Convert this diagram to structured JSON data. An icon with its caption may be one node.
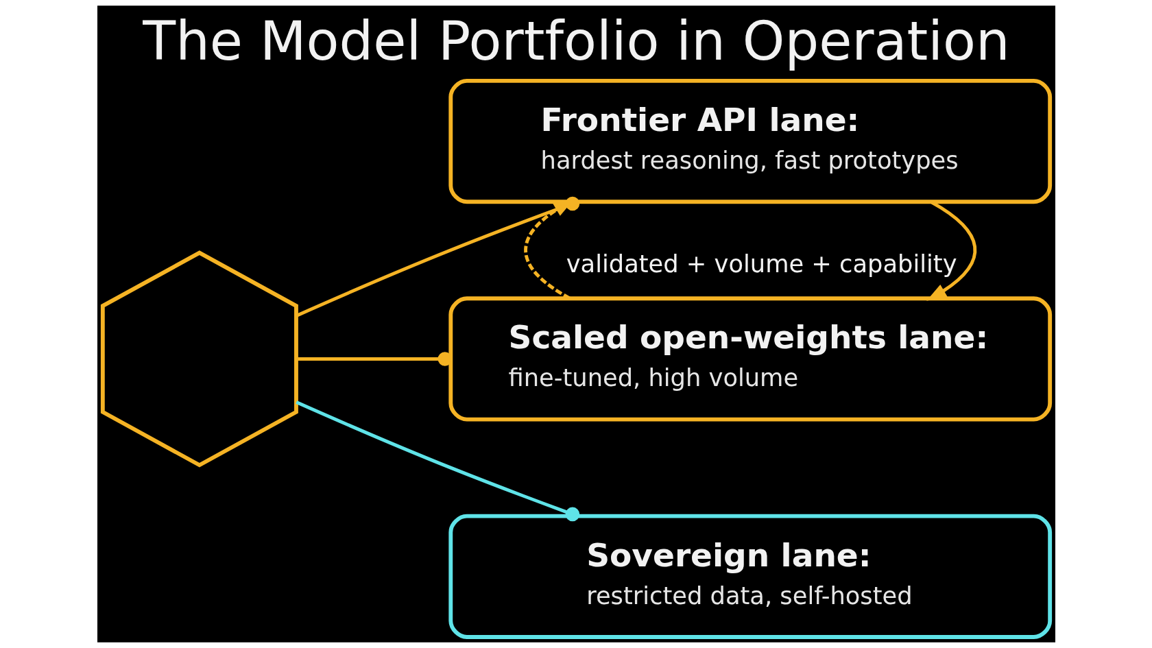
{
  "diagram": {
    "title": "The Model Portfolio in Operation",
    "nodes": [
      {
        "text": [],
        "shape": "hexagon"
      },
      {
        "text": [
          "Frontier API lane:",
          "hardest reasoning, fast prototypes"
        ]
      },
      {
        "text": [
          "Scaled open-weights lane:",
          "fine-tuned, high volume"
        ]
      },
      {
        "text": [
          "Sovereign lane:",
          "restricted data, self-hosted"
        ]
      }
    ],
    "edges": [
      {
        "from": 0,
        "to": 1,
        "arrow": "other"
      },
      {
        "from": 0,
        "to": 2,
        "arrow": "other"
      },
      {
        "from": 0,
        "to": 3,
        "arrow": "other",
        "color": "#5fe3e8"
      },
      {
        "from": 1,
        "to": 2,
        "arrow": "to",
        "label": "validated + volume + capability"
      },
      {
        "from": 2,
        "to": 1,
        "arrow": "to",
        "style": "dashed"
      }
    ]
  }
}
